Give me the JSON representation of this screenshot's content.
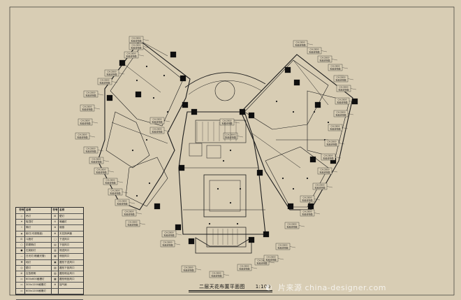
{
  "drawing": {
    "title": "二层天花布置平面图",
    "scale": "1:100"
  },
  "legend": {
    "header": [
      "符号",
      "名称",
      "符号",
      "名称"
    ],
    "rows": [
      {
        "s1": "◇",
        "n1": "吊灯",
        "s2": "⊞",
        "n2": "壁灯"
      },
      {
        "s1": "✦",
        "n1": "吸顶灯",
        "s2": "⊙",
        "n2": "暗藏灯"
      },
      {
        "s1": "✧",
        "n1": "筒灯",
        "s2": "⊗",
        "n2": "烟感"
      },
      {
        "s1": "◈",
        "n1": "射灯(可调角度)",
        "s2": "⊕",
        "n2": "天花扬声器"
      },
      {
        "s1": "⊡",
        "n1": "斗胆灯",
        "s2": "▢",
        "n2": "下送风口"
      },
      {
        "s1": "○",
        "n1": "防雾筒灯",
        "s2": "▤",
        "n2": "下回风口"
      },
      {
        "s1": "●",
        "n1": "石英射灯",
        "s2": "▥",
        "n2": "侧送风口"
      },
      {
        "s1": "—",
        "n1": "日光灯(暗藏光管)",
        "s2": "▦",
        "n2": "侧回风口"
      },
      {
        "s1": "✚",
        "n1": "地灯",
        "s2": "▣",
        "n2": "圆形下送风口"
      },
      {
        "s1": "◎",
        "n1": "壁灯",
        "s2": "▧",
        "n2": "圆形下回风口"
      },
      {
        "s1": "⊘",
        "n1": "应急照明",
        "s2": "▨",
        "n2": "圆形侧出风口"
      },
      {
        "s1": "▭",
        "n1": "600x600格栅灯",
        "s2": "▩",
        "n2": "圆形侧回风口"
      },
      {
        "s1": "▭",
        "n1": "300x1200格栅灯",
        "s2": "⊛",
        "n2": "抽气扇"
      },
      {
        "s1": "▭",
        "n1": "600x1200格栅灯",
        "s2": "",
        "n2": ""
      }
    ]
  },
  "ceiling_tags": {
    "text1": "CH:2800",
    "text2": "乳胶漆饰面"
  },
  "watermark": "片来源 china-designer.com",
  "colors": {
    "paper": "#d8cdb4",
    "ink": "#1c1c1c",
    "column": "#0e0e0e"
  }
}
